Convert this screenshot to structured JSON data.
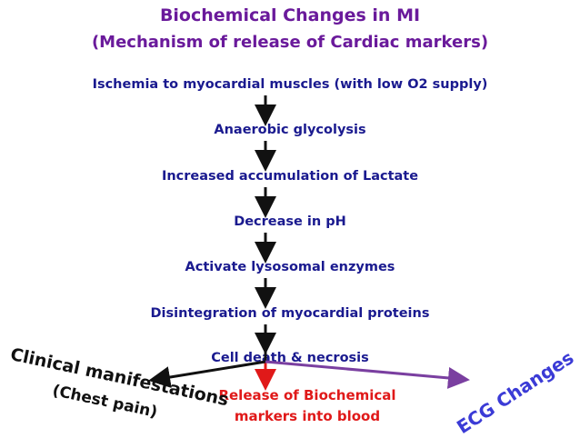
{
  "title": {
    "line1": "Biochemical Changes in MI",
    "line2": "(Mechanism of release of Cardiac markers)"
  },
  "steps": [
    "Ischemia to myocardial muscles (with low O2 supply)",
    "Anaerobic glycolysis",
    "Increased accumulation of Lactate",
    "Decrease in pH",
    "Activate lysosomal enzymes",
    "Disintegration of myocardial proteins",
    "Cell death & necrosis"
  ],
  "outcomes": {
    "center_line1": "Release of Biochemical",
    "center_line2": "markers into blood",
    "left_line1": "Clinical manifestations",
    "left_line2": "(Chest pain)",
    "right": "ECG Changes"
  },
  "colors": {
    "title": "#6a1a9b",
    "steps": "#1a1a8f",
    "center": "#e01919",
    "left_arrow": "#111111",
    "right_arrow": "#7a3fa0",
    "ecg": "#3b3bd6"
  }
}
